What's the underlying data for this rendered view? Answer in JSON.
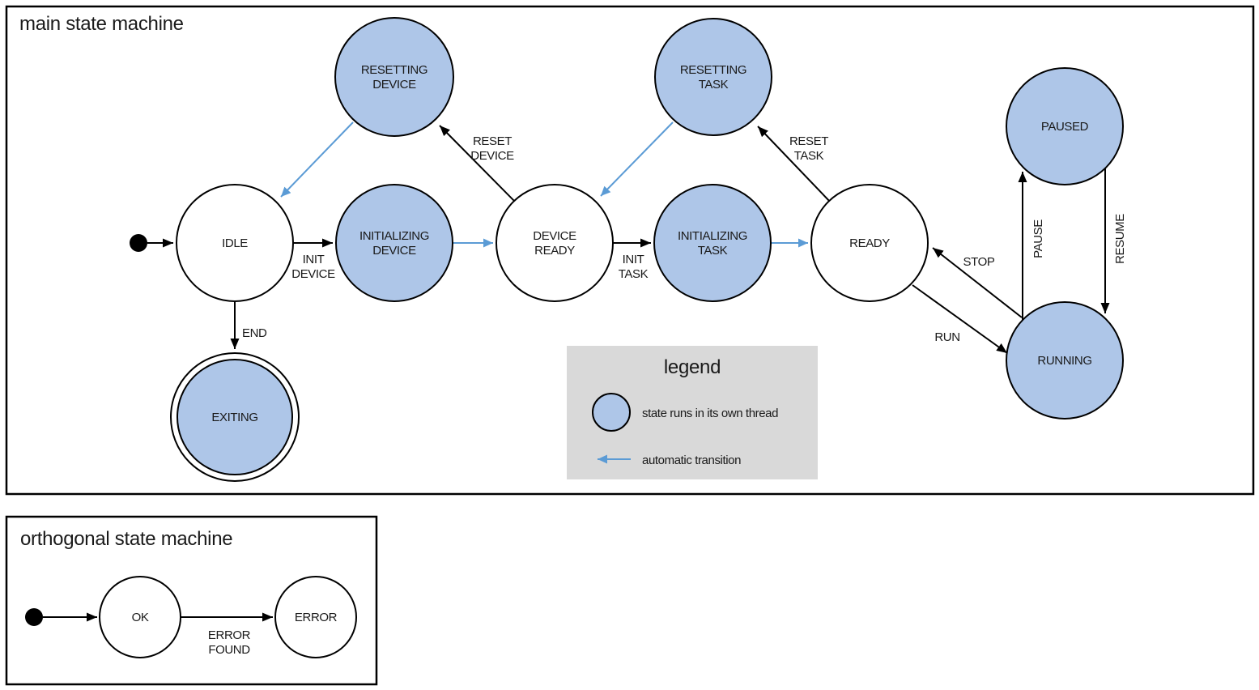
{
  "colors": {
    "threaded_state_fill": "#aec6e8",
    "auto_transition_blue": "#5b9bd5",
    "legend_background": "#d9d9d9",
    "line_black": "#000000"
  },
  "main_machine": {
    "title": "main state machine",
    "states": {
      "idle": {
        "label": "IDLE"
      },
      "resetting_device": {
        "line1": "RESETTING",
        "line2": "DEVICE"
      },
      "initializing_device": {
        "line1": "INITIALIZING",
        "line2": "DEVICE"
      },
      "device_ready": {
        "line1": "DEVICE",
        "line2": "READY"
      },
      "resetting_task": {
        "line1": "RESETTING",
        "line2": "TASK"
      },
      "initializing_task": {
        "line1": "INITIALIZING",
        "line2": "TASK"
      },
      "ready": {
        "label": "READY"
      },
      "paused": {
        "label": "PAUSED"
      },
      "running": {
        "label": "RUNNING"
      },
      "exiting": {
        "label": "EXITING"
      }
    },
    "transition_labels": {
      "init_device": {
        "line1": "INIT",
        "line2": "DEVICE"
      },
      "reset_device": {
        "line1": "RESET",
        "line2": "DEVICE"
      },
      "init_task": {
        "line1": "INIT",
        "line2": "TASK"
      },
      "reset_task": {
        "line1": "RESET",
        "line2": "TASK"
      },
      "end": "END",
      "run": "RUN",
      "stop": "STOP",
      "pause": "PAUSE",
      "resume": "RESUME"
    }
  },
  "legend": {
    "title": "legend",
    "threaded_state_label": "state runs in its own thread",
    "auto_transition_label": "automatic transition"
  },
  "orthogonal_machine": {
    "title": "orthogonal state machine",
    "states": {
      "ok": {
        "label": "OK"
      },
      "error": {
        "label": "ERROR"
      }
    },
    "transition_labels": {
      "error_found": {
        "line1": "ERROR",
        "line2": "FOUND"
      }
    }
  }
}
